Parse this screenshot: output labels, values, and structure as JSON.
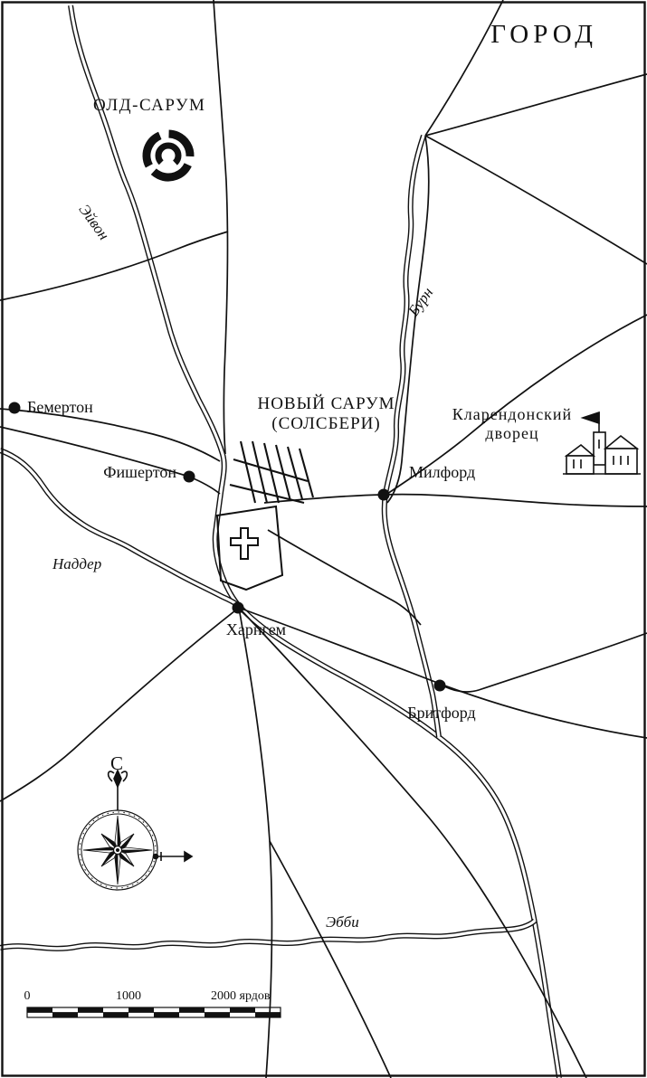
{
  "title": "ГОРОД",
  "places": {
    "old_sarum": "ОЛД-САРУМ",
    "new_sarum": {
      "line1": "НОВЫЙ САРУМ",
      "line2": "(СОЛСБЕРИ)"
    },
    "clarendon": {
      "line1": "Кларендонский",
      "line2": "дворец"
    }
  },
  "rivers": {
    "avon": "Эйвон",
    "bourne": "Бурн",
    "nadder": "Наддер",
    "ebble": "Эбби"
  },
  "towns": [
    {
      "id": "bemerton",
      "name": "Бемертон"
    },
    {
      "id": "fisherton",
      "name": "Фишертон"
    },
    {
      "id": "milford",
      "name": "Милфорд"
    },
    {
      "id": "harnham",
      "name": "Харнгем"
    },
    {
      "id": "britford",
      "name": "Бритфорд"
    }
  ],
  "compass": {
    "north": "С"
  },
  "scale_bar": {
    "ticks": [
      "0",
      "1000",
      "2000 ярдов"
    ]
  },
  "colors": {
    "ink": "#111111",
    "paper": "#ffffff"
  }
}
